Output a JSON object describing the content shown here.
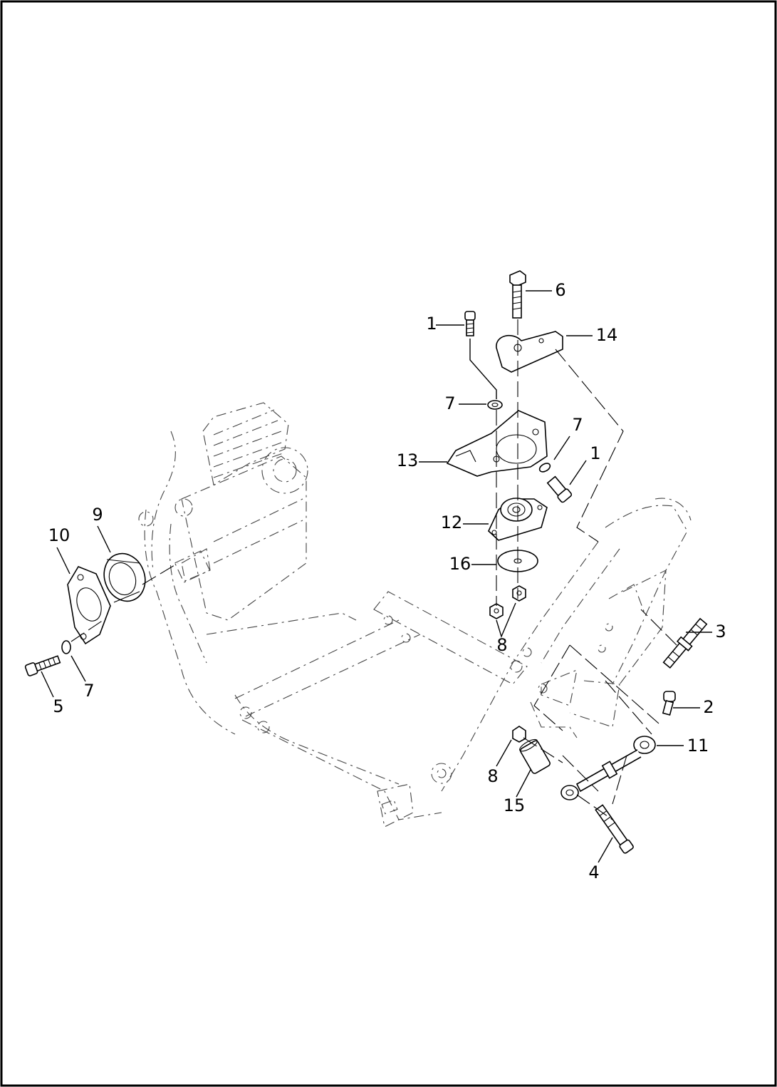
{
  "callouts": [
    {
      "id": "1a",
      "label": "1"
    },
    {
      "id": "6",
      "label": "6"
    },
    {
      "id": "14",
      "label": "14"
    },
    {
      "id": "7a",
      "label": "7"
    },
    {
      "id": "7b",
      "label": "7"
    },
    {
      "id": "1b",
      "label": "1"
    },
    {
      "id": "13",
      "label": "13"
    },
    {
      "id": "12",
      "label": "12"
    },
    {
      "id": "16",
      "label": "16"
    },
    {
      "id": "8a",
      "label": "8"
    },
    {
      "id": "9",
      "label": "9"
    },
    {
      "id": "10",
      "label": "10"
    },
    {
      "id": "3",
      "label": "3"
    },
    {
      "id": "2",
      "label": "2"
    },
    {
      "id": "11",
      "label": "11"
    },
    {
      "id": "5",
      "label": "5"
    },
    {
      "id": "7c",
      "label": "7"
    },
    {
      "id": "8b",
      "label": "8"
    },
    {
      "id": "15",
      "label": "15"
    },
    {
      "id": "4",
      "label": "4"
    }
  ],
  "colors": {
    "ink": "#000000",
    "paper": "#ffffff",
    "frame": "#444444"
  }
}
